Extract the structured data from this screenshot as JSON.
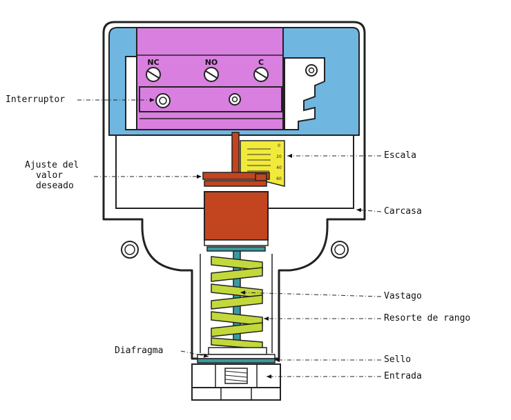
{
  "colors": {
    "housing": "#6fb7e0",
    "switch": "#d97fe0",
    "scale": "#f2ea3a",
    "actuator": "#c2451f",
    "spring": "#c3d83a",
    "stem": "#3a9aa0",
    "outline": "#222222"
  },
  "terminals": [
    "NC",
    "NO",
    "C"
  ],
  "scale_marks": [
    "0",
    "20",
    "40",
    "60"
  ],
  "labels": {
    "interruptor": "Interruptor",
    "ajuste_line1": "Ajuste del",
    "ajuste_line2": "valor",
    "ajuste_line3": "deseado",
    "escala": "Escala",
    "carcasa": "Carcasa",
    "vastago": "Vastago",
    "resorte": "Resorte de rango",
    "diafragma": "Diafragma",
    "sello": "Sello",
    "entrada": "Entrada"
  }
}
